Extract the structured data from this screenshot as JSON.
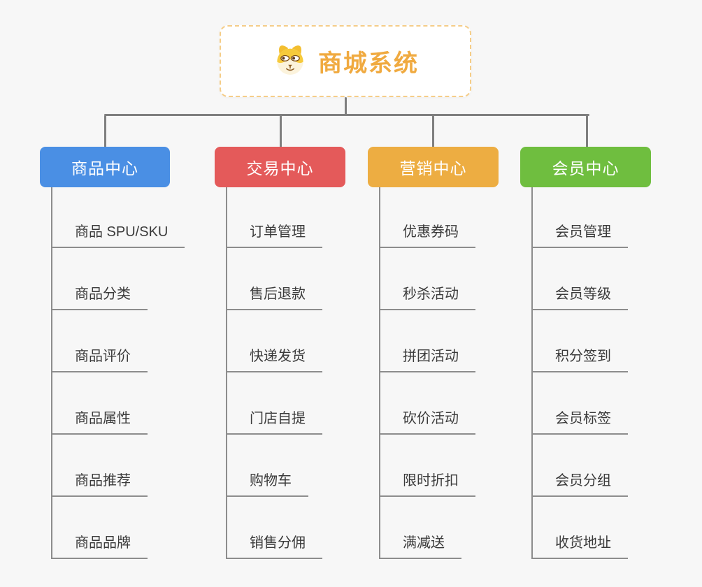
{
  "page": {
    "background": "#F7F7F7"
  },
  "root": {
    "title": "商城系统",
    "icon": "dog-face-icon",
    "text_color": "#F0AA40",
    "border_color": "#F5CD88",
    "fill": "#FFFFFF"
  },
  "connectors": {
    "color": "#7F7F7F"
  },
  "branches": [
    {
      "label": "商品中心",
      "color": "#4A8FE4",
      "children": [
        "商品 SPU/SKU",
        "商品分类",
        "商品评价",
        "商品属性",
        "商品推荐",
        "商品品牌"
      ]
    },
    {
      "label": "交易中心",
      "color": "#E45A5A",
      "children": [
        "订单管理",
        "售后退款",
        "快递发货",
        "门店自提",
        "购物车",
        "销售分佣"
      ]
    },
    {
      "label": "营销中心",
      "color": "#EDAD42",
      "children": [
        "优惠券码",
        "秒杀活动",
        "拼团活动",
        "砍价活动",
        "限时折扣",
        "满减送"
      ]
    },
    {
      "label": "会员中心",
      "color": "#6FBE3F",
      "children": [
        "会员管理",
        "会员等级",
        "积分签到",
        "会员标签",
        "会员分组",
        "收货地址"
      ]
    }
  ]
}
